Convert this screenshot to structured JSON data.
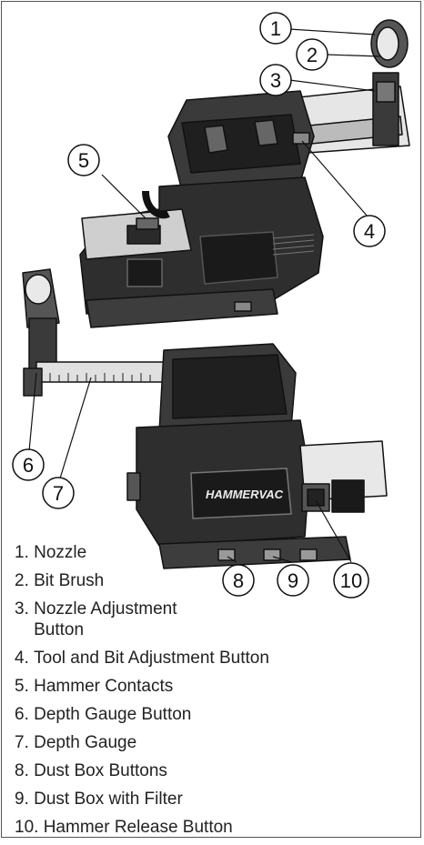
{
  "callouts": [
    {
      "num": "1"
    },
    {
      "num": "2"
    },
    {
      "num": "3"
    },
    {
      "num": "4"
    },
    {
      "num": "5"
    },
    {
      "num": "6"
    },
    {
      "num": "7"
    },
    {
      "num": "8"
    },
    {
      "num": "9"
    },
    {
      "num": "10"
    }
  ],
  "brand_label": "HAMMERVAC",
  "legend": [
    {
      "num": "1. ",
      "label": "Nozzle"
    },
    {
      "num": "2. ",
      "label": "Bit Brush"
    },
    {
      "num": "3. ",
      "label": "Nozzle Adjustment\nButton"
    },
    {
      "num": "4. ",
      "label": "Tool and Bit Adjustment Button"
    },
    {
      "num": "5. ",
      "label": "Hammer Contacts"
    },
    {
      "num": "6. ",
      "label": "Depth Gauge Button"
    },
    {
      "num": "7. ",
      "label": "Depth Gauge"
    },
    {
      "num": "8. ",
      "label": "Dust Box Buttons"
    },
    {
      "num": "9. ",
      "label": "Dust Box with Filter"
    },
    {
      "num": "10. ",
      "label": "Hammer Release Button"
    }
  ],
  "colors": {
    "line": "#111111",
    "body_dark": "#2a2a2a",
    "body_mid": "#4a4a4a",
    "body_light": "#d8d8d8",
    "frame": "#555555"
  }
}
